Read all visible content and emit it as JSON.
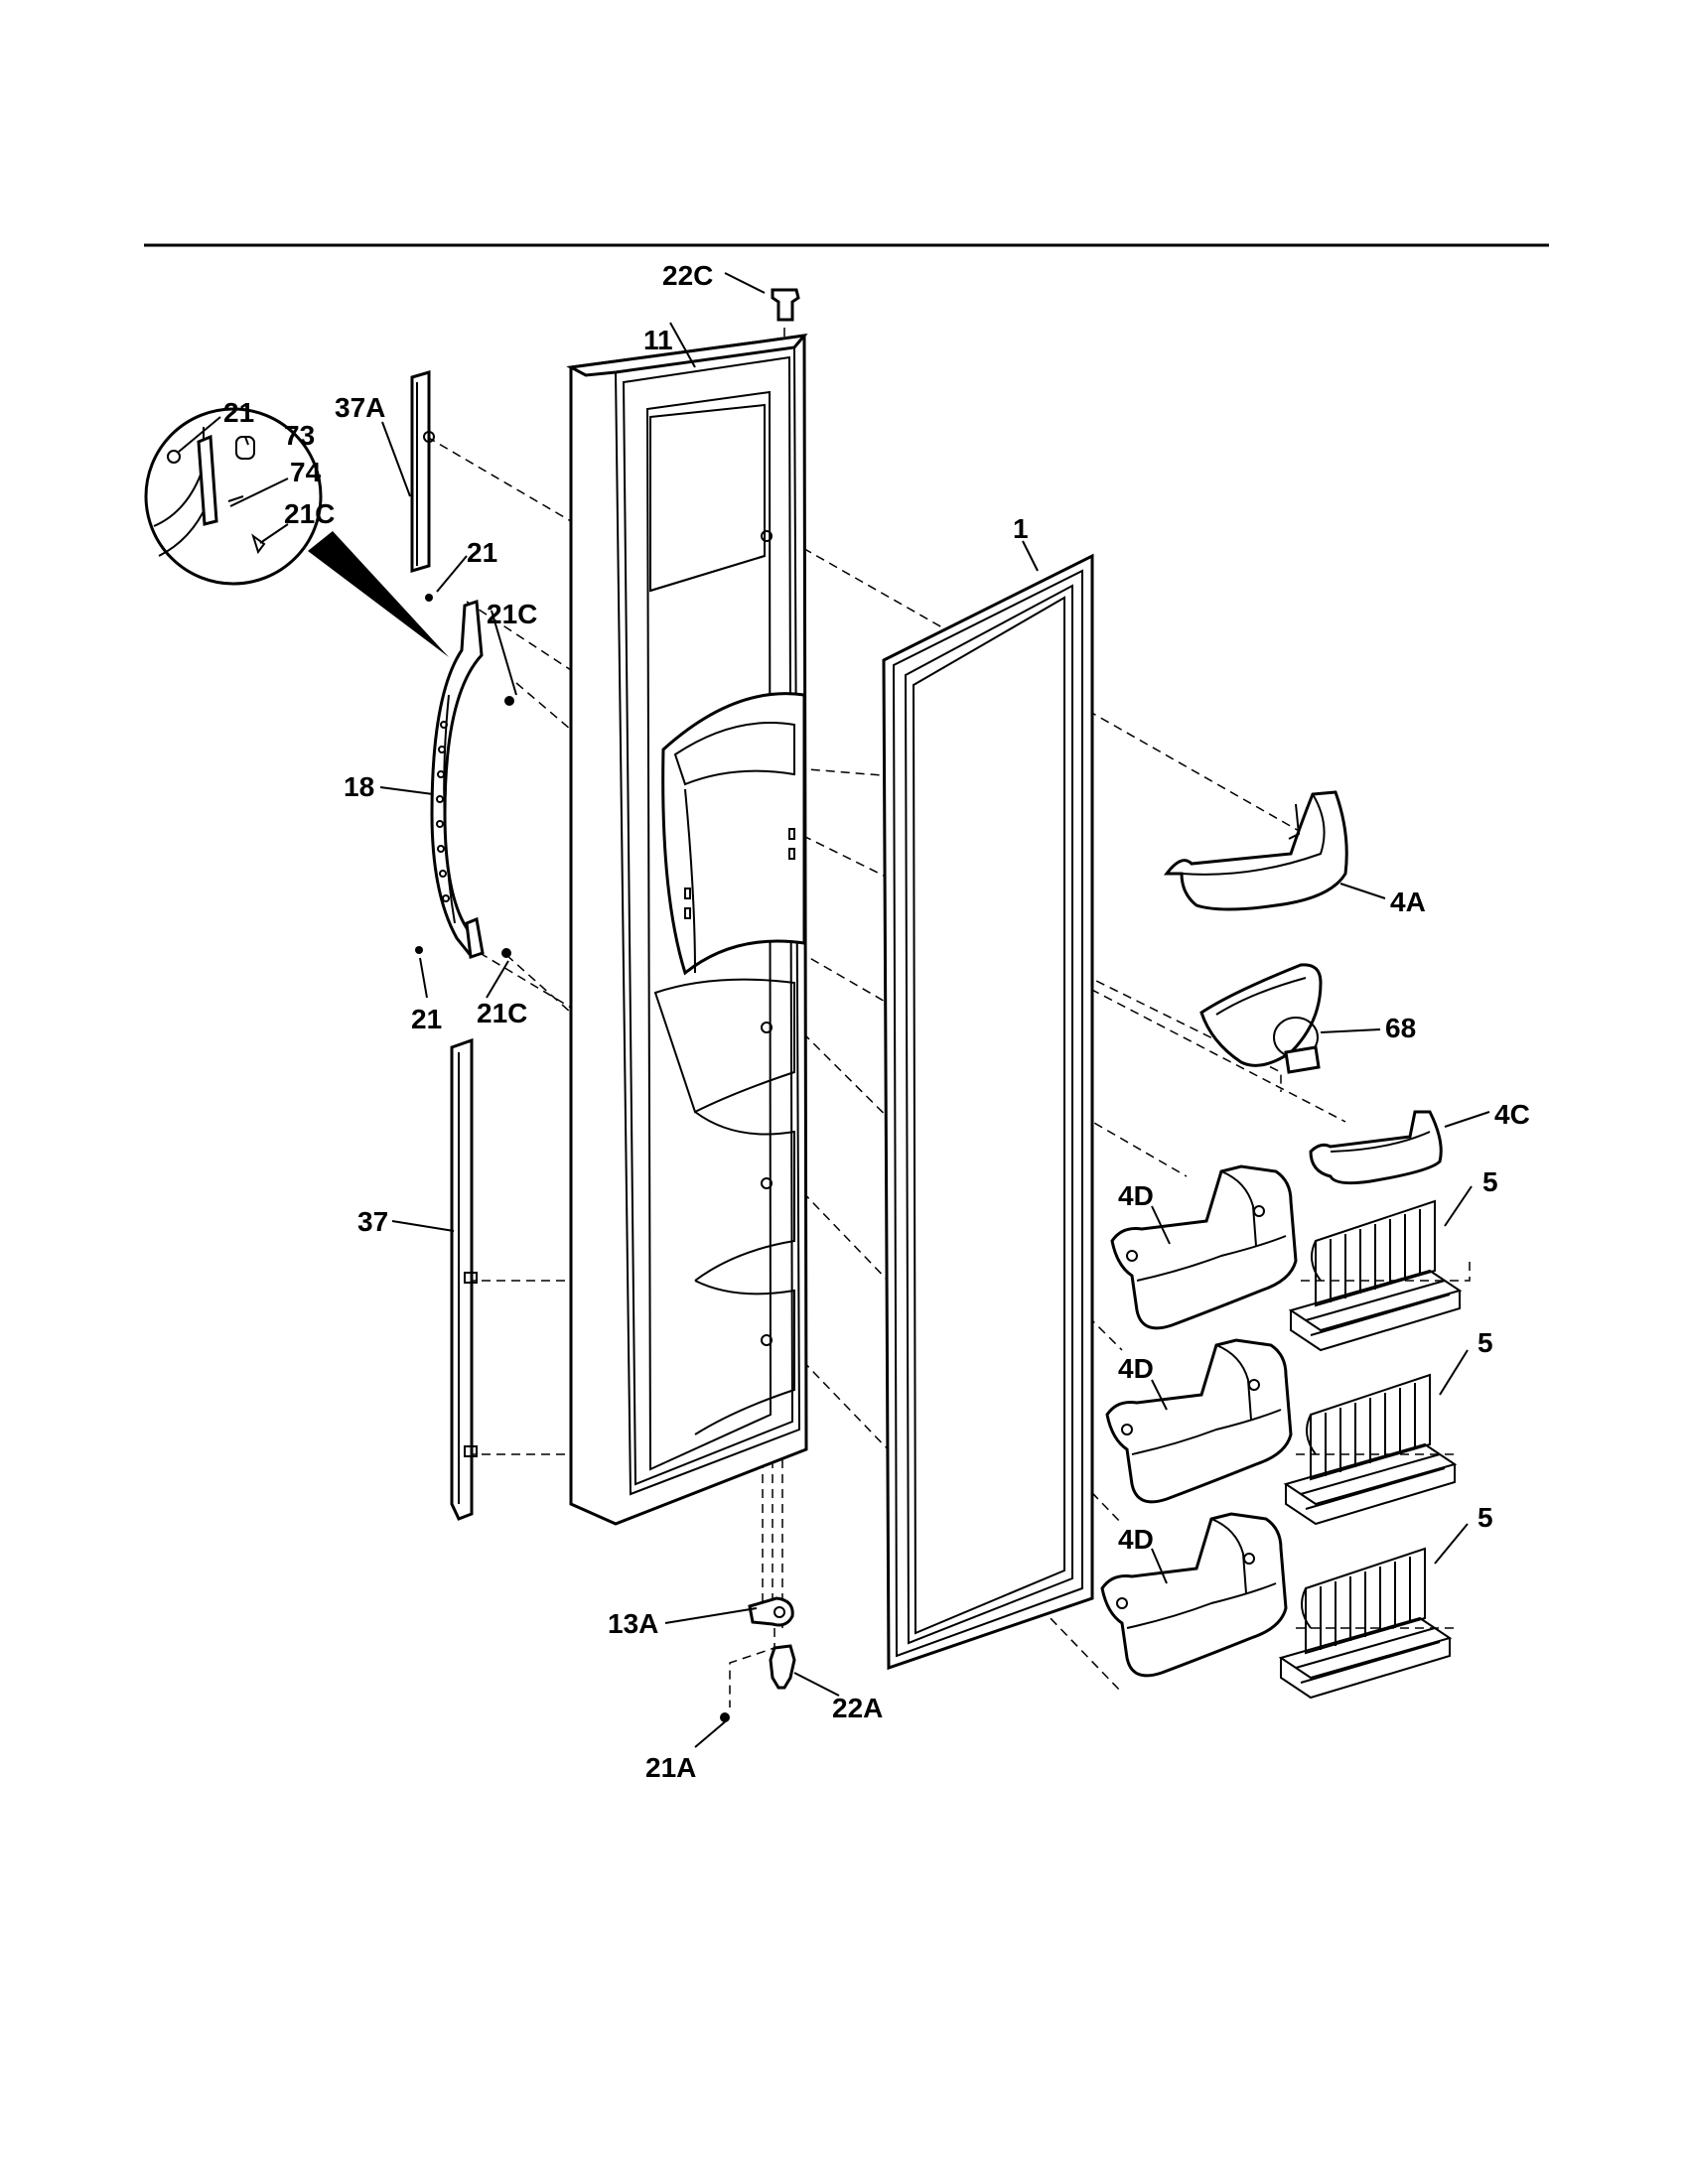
{
  "callouts": {
    "c22C": "22C",
    "c11": "11",
    "c37A": "37A",
    "c21_detail": "21",
    "c73": "73",
    "c74": "74",
    "c21C_detail": "21C",
    "c21_top": "21",
    "c21C_top": "21C",
    "c1": "1",
    "c18": "18",
    "c4A": "4A",
    "c21_bottom": "21",
    "c21C_bottom": "21C",
    "c68": "68",
    "c4C": "4C",
    "c37": "37",
    "c5_a": "5",
    "c4D_a": "4D",
    "c4D_b": "4D",
    "c5_b": "5",
    "c4D_c": "4D",
    "c5_c": "5",
    "c13A": "13A",
    "c22A": "22A",
    "c21A": "21A"
  }
}
